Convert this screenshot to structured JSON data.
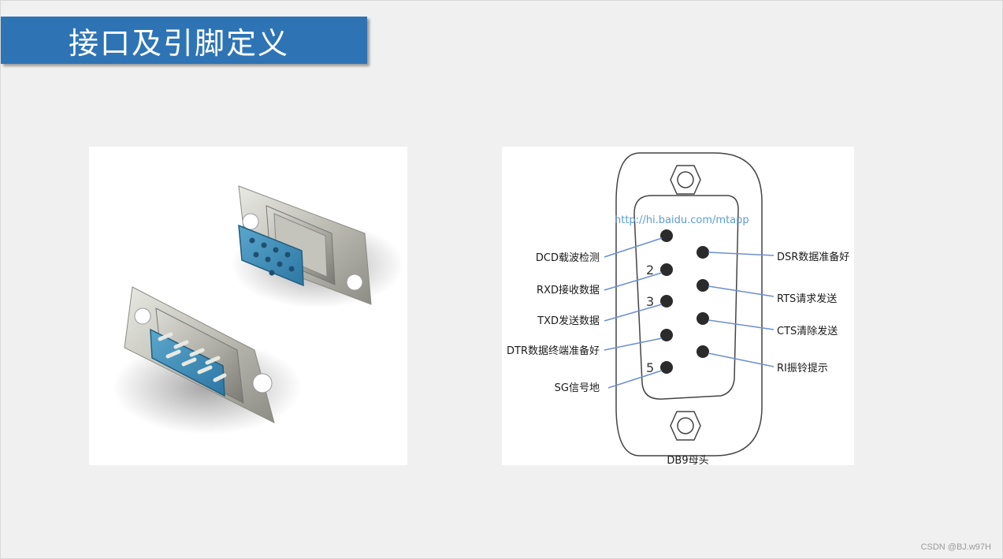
{
  "slide": {
    "title": "接口及引脚定义",
    "watermark": "CSDN @BJ.w97H"
  },
  "diagram": {
    "url": "http://hi.baidu.com/mtapp",
    "caption": "DB9母头",
    "pin_numbers": [
      "2",
      "3",
      "5"
    ],
    "left_labels": [
      "DCD载波检测",
      "RXD接收数据",
      "TXD发送数据",
      "DTR数据终端准备好",
      "SG信号地"
    ],
    "right_labels": [
      "DSR数据准备好",
      "RTS请求发送",
      "CTS清除发送",
      "RI振铃提示"
    ]
  },
  "colors": {
    "title_bar": "#2e74b5",
    "connector_blue": "#3d8fb8",
    "metal": "#c9c9c2",
    "leader_line": "#6f8fd0",
    "url_text": "#5b9bd5"
  }
}
